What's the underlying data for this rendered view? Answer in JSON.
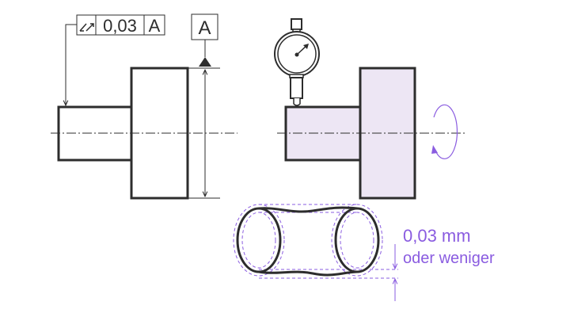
{
  "feature_frame": {
    "symbol": "circular-runout-icon",
    "tolerance": "0,03",
    "datum_ref": "A"
  },
  "datum_label": "A",
  "annotation": {
    "value": "0,03 mm",
    "qualifier": "oder weniger"
  },
  "colors": {
    "line": "#2d2d2d",
    "accent": "#8a5ce0",
    "part_fill": "#ede6f4"
  }
}
